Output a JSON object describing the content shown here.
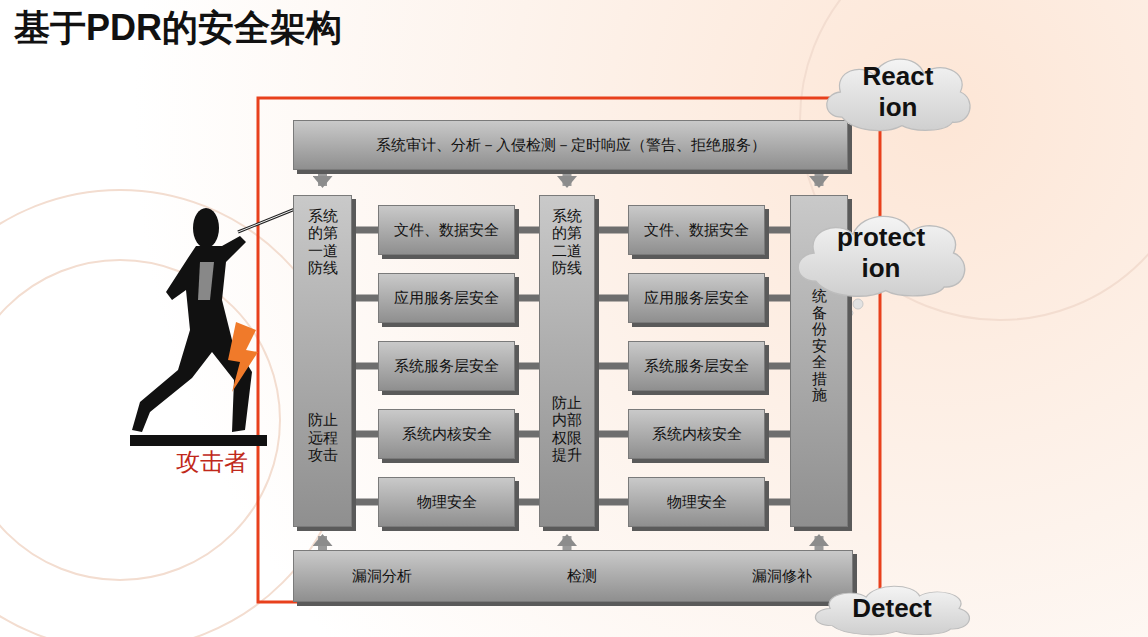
{
  "diagram": {
    "title": "基于PDR的安全架构",
    "nodes": [
      {
        "text": [
          "系统审计、分析－入侵检测－定时响应（警告、拒绝服务）"
        ]
      },
      {
        "text": [
          "系统的第一道防线",
          "防止远程攻击"
        ]
      },
      {
        "text": [
          "文件、数据安全"
        ]
      },
      {
        "text": [
          "应用服务层安全"
        ]
      },
      {
        "text": [
          "系统服务层安全"
        ]
      },
      {
        "text": [
          "系统内核安全"
        ]
      },
      {
        "text": [
          "物理安全"
        ]
      },
      {
        "text": [
          "系统的第二道防线",
          "防止内部权限提升"
        ]
      },
      {
        "text": [
          "文件、数据安全"
        ]
      },
      {
        "text": [
          "应用服务层安全"
        ]
      },
      {
        "text": [
          "系统服务层安全"
        ]
      },
      {
        "text": [
          "系统内核安全"
        ]
      },
      {
        "text": [
          "物理安全"
        ]
      },
      {
        "text": [
          "统备份安全措施"
        ]
      },
      {
        "text": [
          "漏洞分析",
          "检测",
          "漏洞修补"
        ]
      },
      {
        "text": [
          "React ion"
        ]
      },
      {
        "text": [
          "protect ion"
        ]
      },
      {
        "text": [
          "Detect"
        ]
      }
    ],
    "edges": [
      {
        "from": 0,
        "to": 1,
        "arrow": "to"
      },
      {
        "from": 0,
        "to": 7,
        "arrow": "to"
      },
      {
        "from": 0,
        "to": 13,
        "arrow": "to"
      },
      {
        "from": 14,
        "to": 1,
        "arrow": "to"
      },
      {
        "from": 14,
        "to": 7,
        "arrow": "to"
      },
      {
        "from": 14,
        "to": 13,
        "arrow": "to"
      },
      {
        "from": 1,
        "to": 2,
        "arrow": "none"
      },
      {
        "from": 1,
        "to": 3,
        "arrow": "none"
      },
      {
        "from": 1,
        "to": 4,
        "arrow": "none"
      },
      {
        "from": 1,
        "to": 5,
        "arrow": "none"
      },
      {
        "from": 1,
        "to": 6,
        "arrow": "none"
      },
      {
        "from": 2,
        "to": 7,
        "arrow": "none"
      },
      {
        "from": 3,
        "to": 7,
        "arrow": "none"
      },
      {
        "from": 4,
        "to": 7,
        "arrow": "none"
      },
      {
        "from": 5,
        "to": 7,
        "arrow": "none"
      },
      {
        "from": 6,
        "to": 7,
        "arrow": "none"
      },
      {
        "from": 7,
        "to": 8,
        "arrow": "none"
      },
      {
        "from": 7,
        "to": 9,
        "arrow": "none"
      },
      {
        "from": 7,
        "to": 10,
        "arrow": "none"
      },
      {
        "from": 7,
        "to": 11,
        "arrow": "none"
      },
      {
        "from": 7,
        "to": 12,
        "arrow": "none"
      },
      {
        "from": 8,
        "to": 13,
        "arrow": "none"
      },
      {
        "from": 9,
        "to": 13,
        "arrow": "none"
      },
      {
        "from": 10,
        "to": 13,
        "arrow": "none"
      },
      {
        "from": 11,
        "to": 13,
        "arrow": "none"
      },
      {
        "from": 12,
        "to": 13,
        "arrow": "none"
      }
    ],
    "labels": [
      "攻击者"
    ]
  }
}
